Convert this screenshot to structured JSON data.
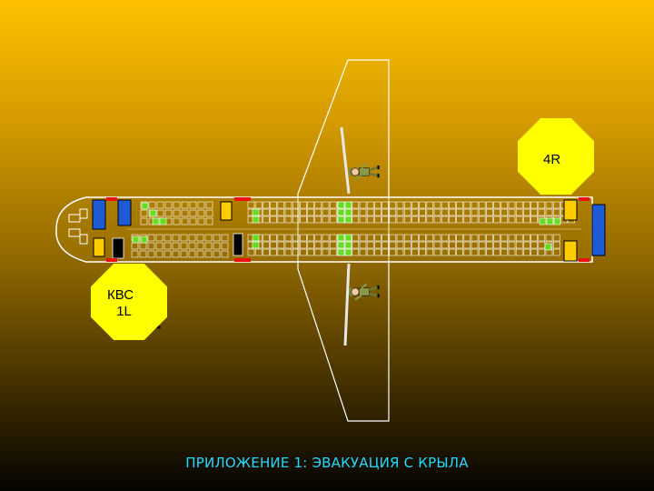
{
  "exit_4r": {
    "label": "4R"
  },
  "exit_1l": {
    "line1": "КВС",
    "line2": "1L"
  },
  "caption": "ПРИЛОЖЕНИЕ 1: ЭВАКУАЦИЯ С КРЫЛА",
  "colors": {
    "door": "#1e5bd6",
    "galley": "#ffcc00",
    "highlight_seat": "#66dd22",
    "exit_marker": "#ee1111",
    "fuselage_line": "#ffffff",
    "sign": "#ffff00",
    "caption": "#26d8ff"
  }
}
